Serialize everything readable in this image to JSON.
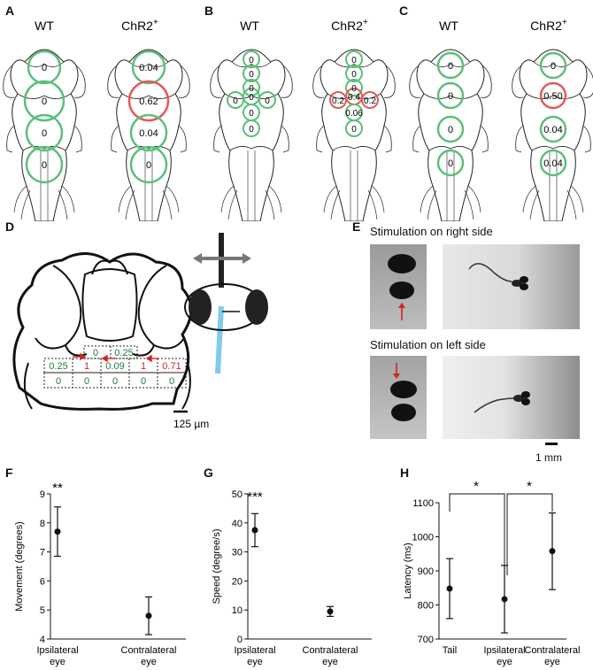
{
  "panels": {
    "A": {
      "letter": "A",
      "wt": "WT",
      "chr2": "ChR2",
      "sup": "+",
      "wt_values": [
        "0",
        "0",
        "0",
        "0"
      ],
      "chr2_values": [
        "0.04",
        "0.62",
        "0.04",
        "0"
      ]
    },
    "B": {
      "letter": "B",
      "wt": "WT",
      "chr2": "ChR2",
      "sup": "+",
      "wt_values": [
        "0",
        "0",
        "0",
        "0",
        "0",
        "0",
        "0",
        "0"
      ],
      "chr2_values": [
        "0",
        "0",
        "0",
        "0.4",
        "0.2",
        "0.2",
        "0.06",
        "0"
      ]
    },
    "C": {
      "letter": "C",
      "wt": "WT",
      "chr2": "ChR2",
      "sup": "+",
      "wt_values": [
        "0",
        "0",
        "0",
        "0"
      ],
      "chr2_values": [
        "0",
        "0.50",
        "0.04",
        "0.04"
      ]
    },
    "D": {
      "letter": "D",
      "row1": [
        "0",
        "0.25"
      ],
      "row2": [
        "0.25",
        "1",
        "0.09",
        "1",
        "0.71"
      ],
      "row3": [
        "0",
        "0",
        "0",
        "0",
        "0"
      ],
      "scale": "125 µm"
    },
    "E": {
      "letter": "E",
      "right_title": "Stimulation on right side",
      "left_title": "Stimulation on left side",
      "scale": "1 mm"
    },
    "F": {
      "letter": "F",
      "sig": "**"
    },
    "G": {
      "letter": "G",
      "sig": "***"
    },
    "H": {
      "letter": "H",
      "sig1": "*",
      "sig2": "*"
    }
  },
  "colors": {
    "green": "#5cbf7a",
    "red": "#e35a5a",
    "blue": "#7ecbec",
    "arrow": "#d62020",
    "dgreen": "#1f7a38"
  },
  "chart_data": [
    {
      "type": "scatter",
      "panel": "F",
      "ylabel": "Movement (degrees)",
      "ylim": [
        4,
        9
      ],
      "yticks": [
        "4",
        "5",
        "6",
        "7",
        "8",
        "9"
      ],
      "categories": [
        "Ipsilateral\neye",
        "Contralateral\neye"
      ],
      "cat_line1": [
        "Ipsilateral",
        "Contralateral"
      ],
      "cat_line2": [
        "eye",
        "eye"
      ],
      "values": [
        7.7,
        4.8
      ],
      "err_low": [
        6.85,
        4.15
      ],
      "err_high": [
        8.55,
        5.45
      ]
    },
    {
      "type": "scatter",
      "panel": "G",
      "ylabel": "Speed (degree/s)",
      "ylim": [
        0,
        50
      ],
      "yticks": [
        "0",
        "10",
        "20",
        "30",
        "40",
        "50"
      ],
      "cat_line1": [
        "Ipsilateral",
        "Contralateral"
      ],
      "cat_line2": [
        "eye",
        "eye"
      ],
      "values": [
        37.5,
        9.5
      ],
      "err_low": [
        31.8,
        7.8
      ],
      "err_high": [
        43.2,
        11.2
      ]
    },
    {
      "type": "scatter",
      "panel": "H",
      "ylabel": "Latency (ms)",
      "ylim": [
        700,
        1100
      ],
      "yticks": [
        "700",
        "800",
        "900",
        "1000",
        "1100"
      ],
      "cat_line1": [
        "Tail",
        "Ipsilateral",
        "Contralateral"
      ],
      "cat_line2": [
        "",
        "eye",
        "eye"
      ],
      "values": [
        848,
        817,
        958
      ],
      "err_low": [
        760,
        718,
        845
      ],
      "err_high": [
        936,
        916,
        1070
      ]
    }
  ]
}
